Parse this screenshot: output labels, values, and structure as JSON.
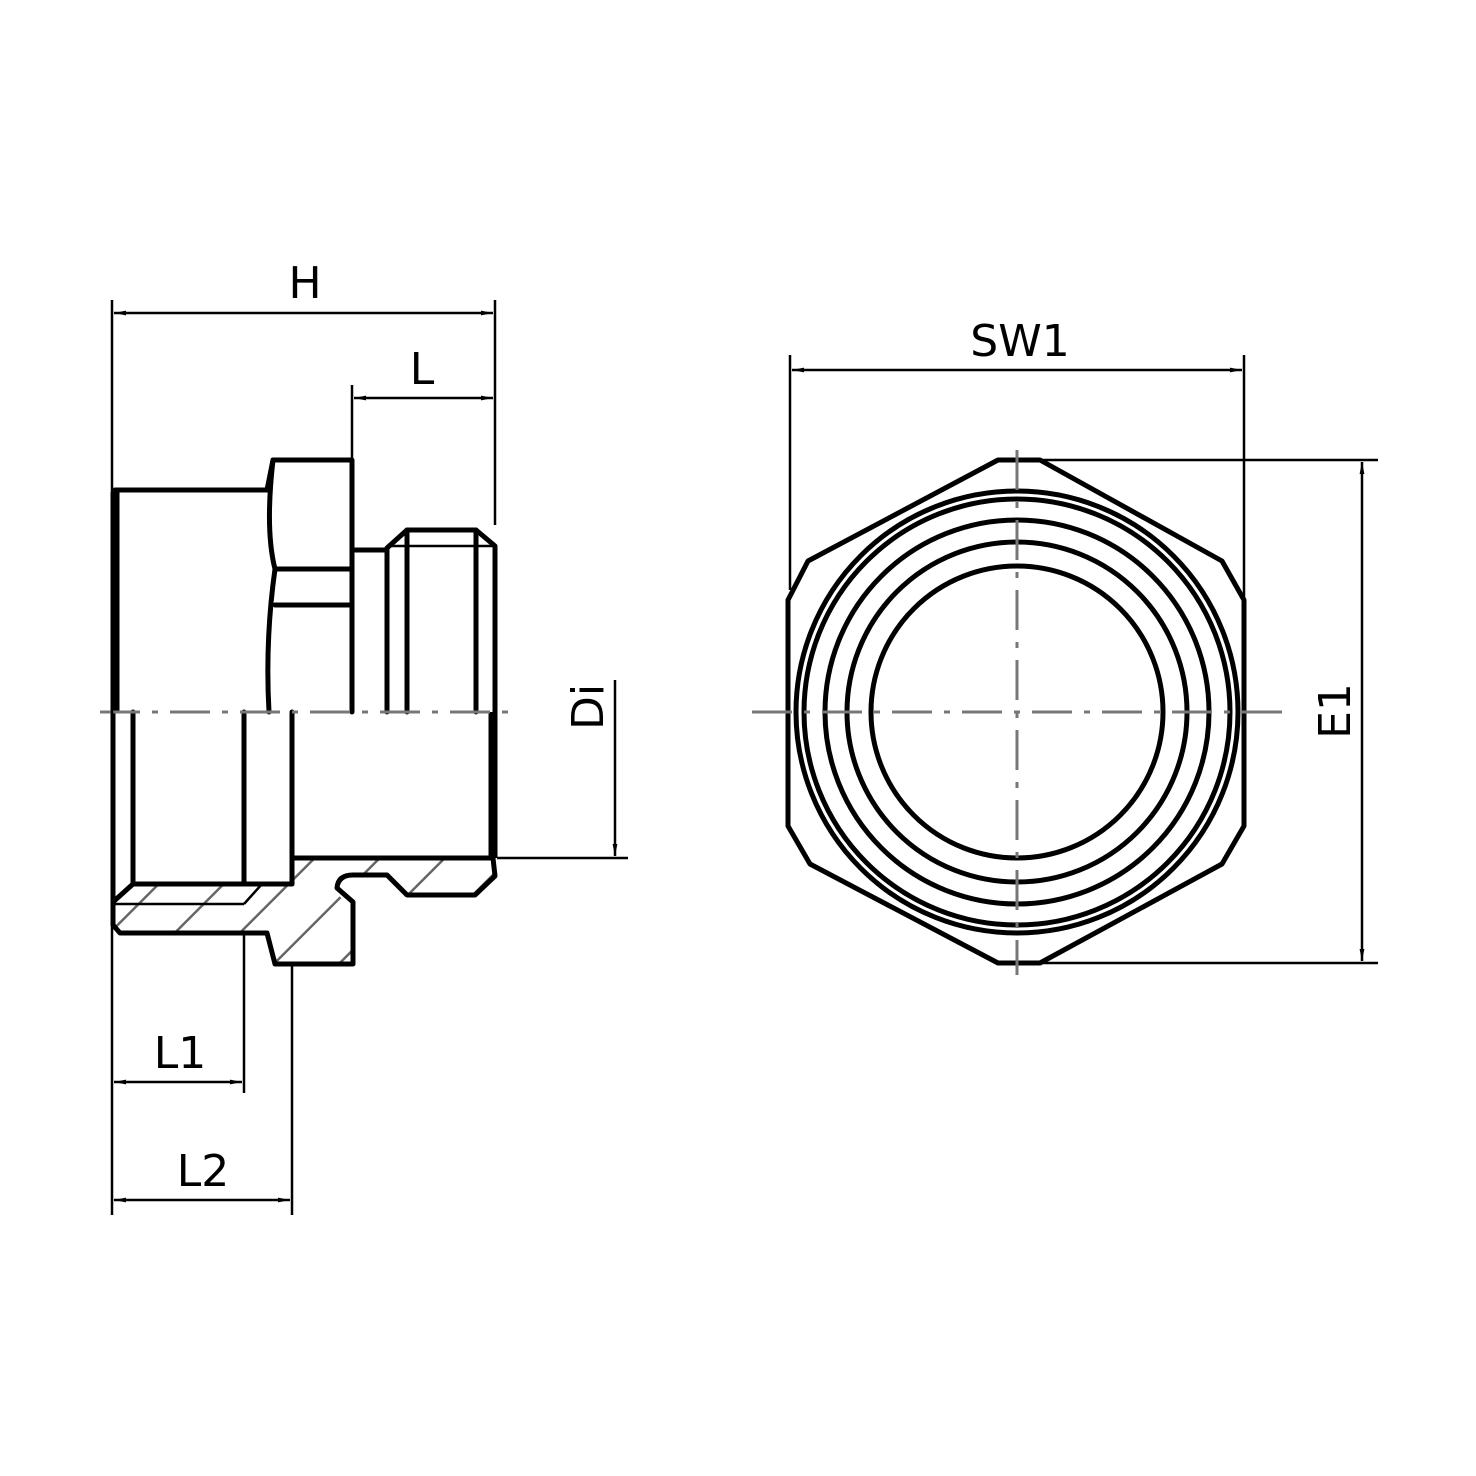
{
  "drawing": {
    "title": "Reducing adapter technical drawing",
    "colors": {
      "line": "#000000",
      "centerline": "#777777",
      "hatch": "#666666"
    },
    "dimensions": {
      "H": "H",
      "L": "L",
      "L1": "L1",
      "L2": "L2",
      "Di": "Di",
      "SW1": "SW1",
      "E1": "E1"
    }
  }
}
